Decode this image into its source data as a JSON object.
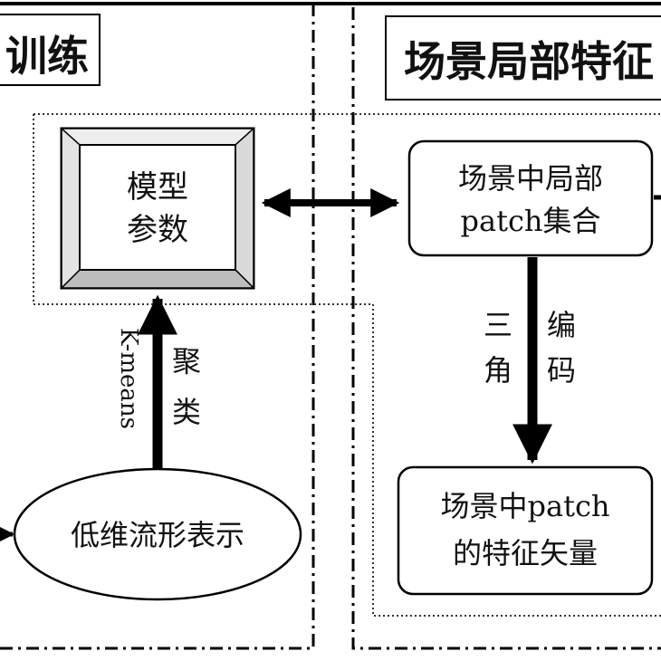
{
  "panels": {
    "left_title": "训练",
    "right_title": "场景局部特征"
  },
  "nodes": {
    "model_params": [
      "模型",
      "参数"
    ],
    "local_patches": [
      "场景中局部",
      "patch集合"
    ],
    "feature_vector": [
      "场景中patch",
      "的特征矢量"
    ],
    "low_dim": "低维流形表示"
  },
  "edge_labels": {
    "kmeans": "K-means",
    "cluster": [
      "聚",
      "类"
    ],
    "triangle": [
      "三",
      "角"
    ],
    "encode": [
      "编",
      "码"
    ]
  }
}
